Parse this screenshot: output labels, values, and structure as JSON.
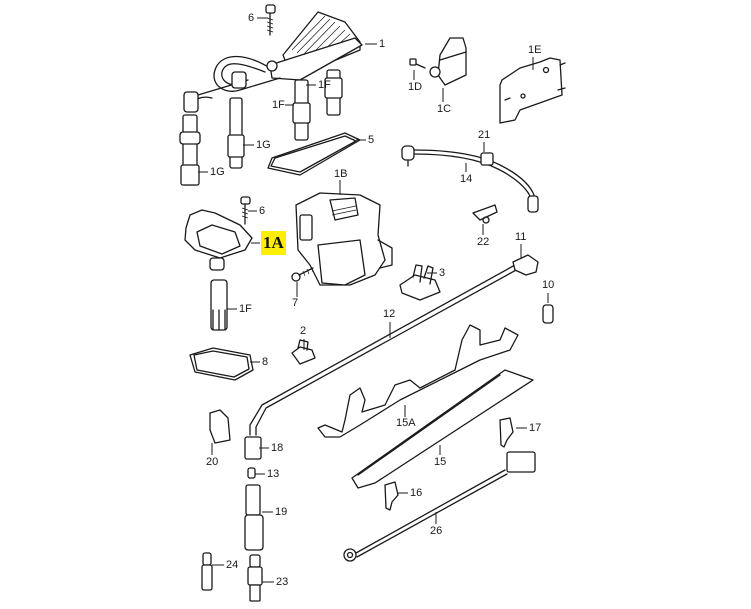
{
  "diagram": {
    "type": "exploded parts diagram",
    "subject": "ignition system components",
    "highlight": {
      "label": "1A",
      "color": "#ffee00"
    },
    "callouts": [
      {
        "id": "6a",
        "label": "6"
      },
      {
        "id": "1",
        "label": "1"
      },
      {
        "id": "1F-a",
        "label": "1F"
      },
      {
        "id": "1F-b",
        "label": "1F"
      },
      {
        "id": "1G-a",
        "label": "1G"
      },
      {
        "id": "1G-b",
        "label": "1G"
      },
      {
        "id": "5",
        "label": "5"
      },
      {
        "id": "1B",
        "label": "1B"
      },
      {
        "id": "1D",
        "label": "1D"
      },
      {
        "id": "1C",
        "label": "1C"
      },
      {
        "id": "1E",
        "label": "1E"
      },
      {
        "id": "21",
        "label": "21"
      },
      {
        "id": "14",
        "label": "14"
      },
      {
        "id": "22",
        "label": "22"
      },
      {
        "id": "6b",
        "label": "6"
      },
      {
        "id": "7",
        "label": "7"
      },
      {
        "id": "3",
        "label": "3"
      },
      {
        "id": "11",
        "label": "11"
      },
      {
        "id": "10",
        "label": "10"
      },
      {
        "id": "1F-c",
        "label": "1F"
      },
      {
        "id": "12",
        "label": "12"
      },
      {
        "id": "2",
        "label": "2"
      },
      {
        "id": "8",
        "label": "8"
      },
      {
        "id": "15A",
        "label": "15A"
      },
      {
        "id": "17",
        "label": "17"
      },
      {
        "id": "20",
        "label": "20"
      },
      {
        "id": "18",
        "label": "18"
      },
      {
        "id": "15",
        "label": "15"
      },
      {
        "id": "13",
        "label": "13"
      },
      {
        "id": "16",
        "label": "16"
      },
      {
        "id": "19",
        "label": "19"
      },
      {
        "id": "26",
        "label": "26"
      },
      {
        "id": "24",
        "label": "24"
      },
      {
        "id": "23",
        "label": "23"
      }
    ]
  }
}
